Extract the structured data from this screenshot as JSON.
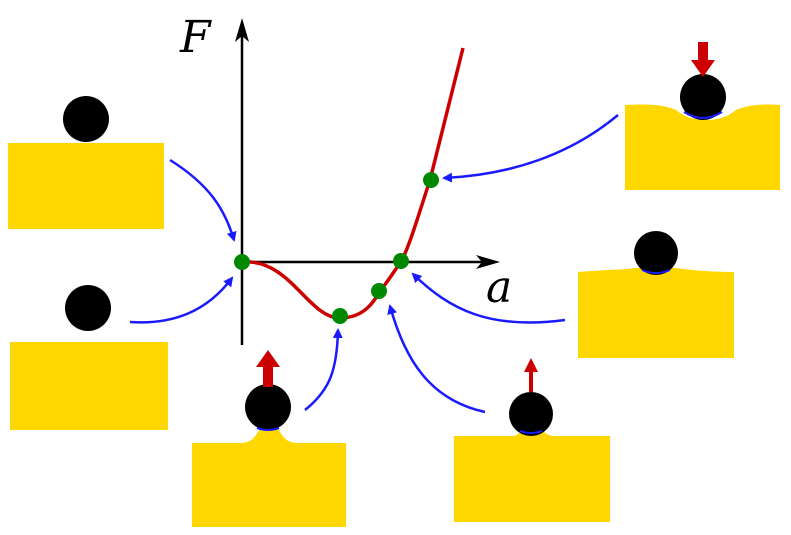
{
  "axes": {
    "y_label": "F",
    "x_label": "a"
  },
  "colors": {
    "curve": "#cc0000",
    "point": "#008800",
    "arrow": "#1a1aff",
    "substrate": "#ffd700",
    "sphere": "#000000",
    "force_arrow": "#cc0000",
    "contact": "#1a1aff"
  },
  "curve": {
    "description_points": [
      "origin",
      "minimum",
      "inflection",
      "zero-crossing",
      "repulsive"
    ]
  }
}
